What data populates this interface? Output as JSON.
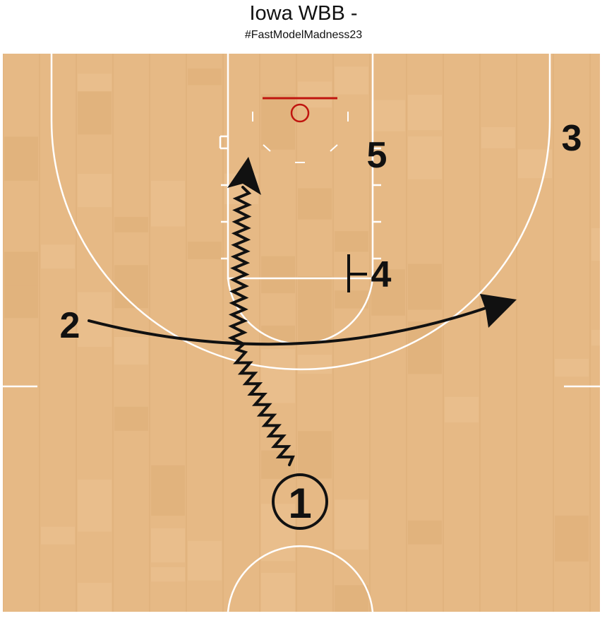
{
  "diagram": {
    "title": "Iowa WBB -",
    "subtitle": "#FastModelMadness23"
  },
  "players": {
    "p1": "1",
    "p2": "2",
    "p3": "3",
    "p4": "4",
    "p5": "5"
  },
  "colors": {
    "floor": "#e6b985",
    "floor_stripe": "#d9a870",
    "lines": "#ffffff",
    "rim": "#c0150f",
    "ink": "#111111"
  },
  "actions": [
    {
      "type": "dribble",
      "from": "1",
      "note": "dribble toward basket"
    },
    {
      "type": "cut",
      "from": "2",
      "note": "cut across lane"
    },
    {
      "type": "screen",
      "from": "4"
    }
  ]
}
